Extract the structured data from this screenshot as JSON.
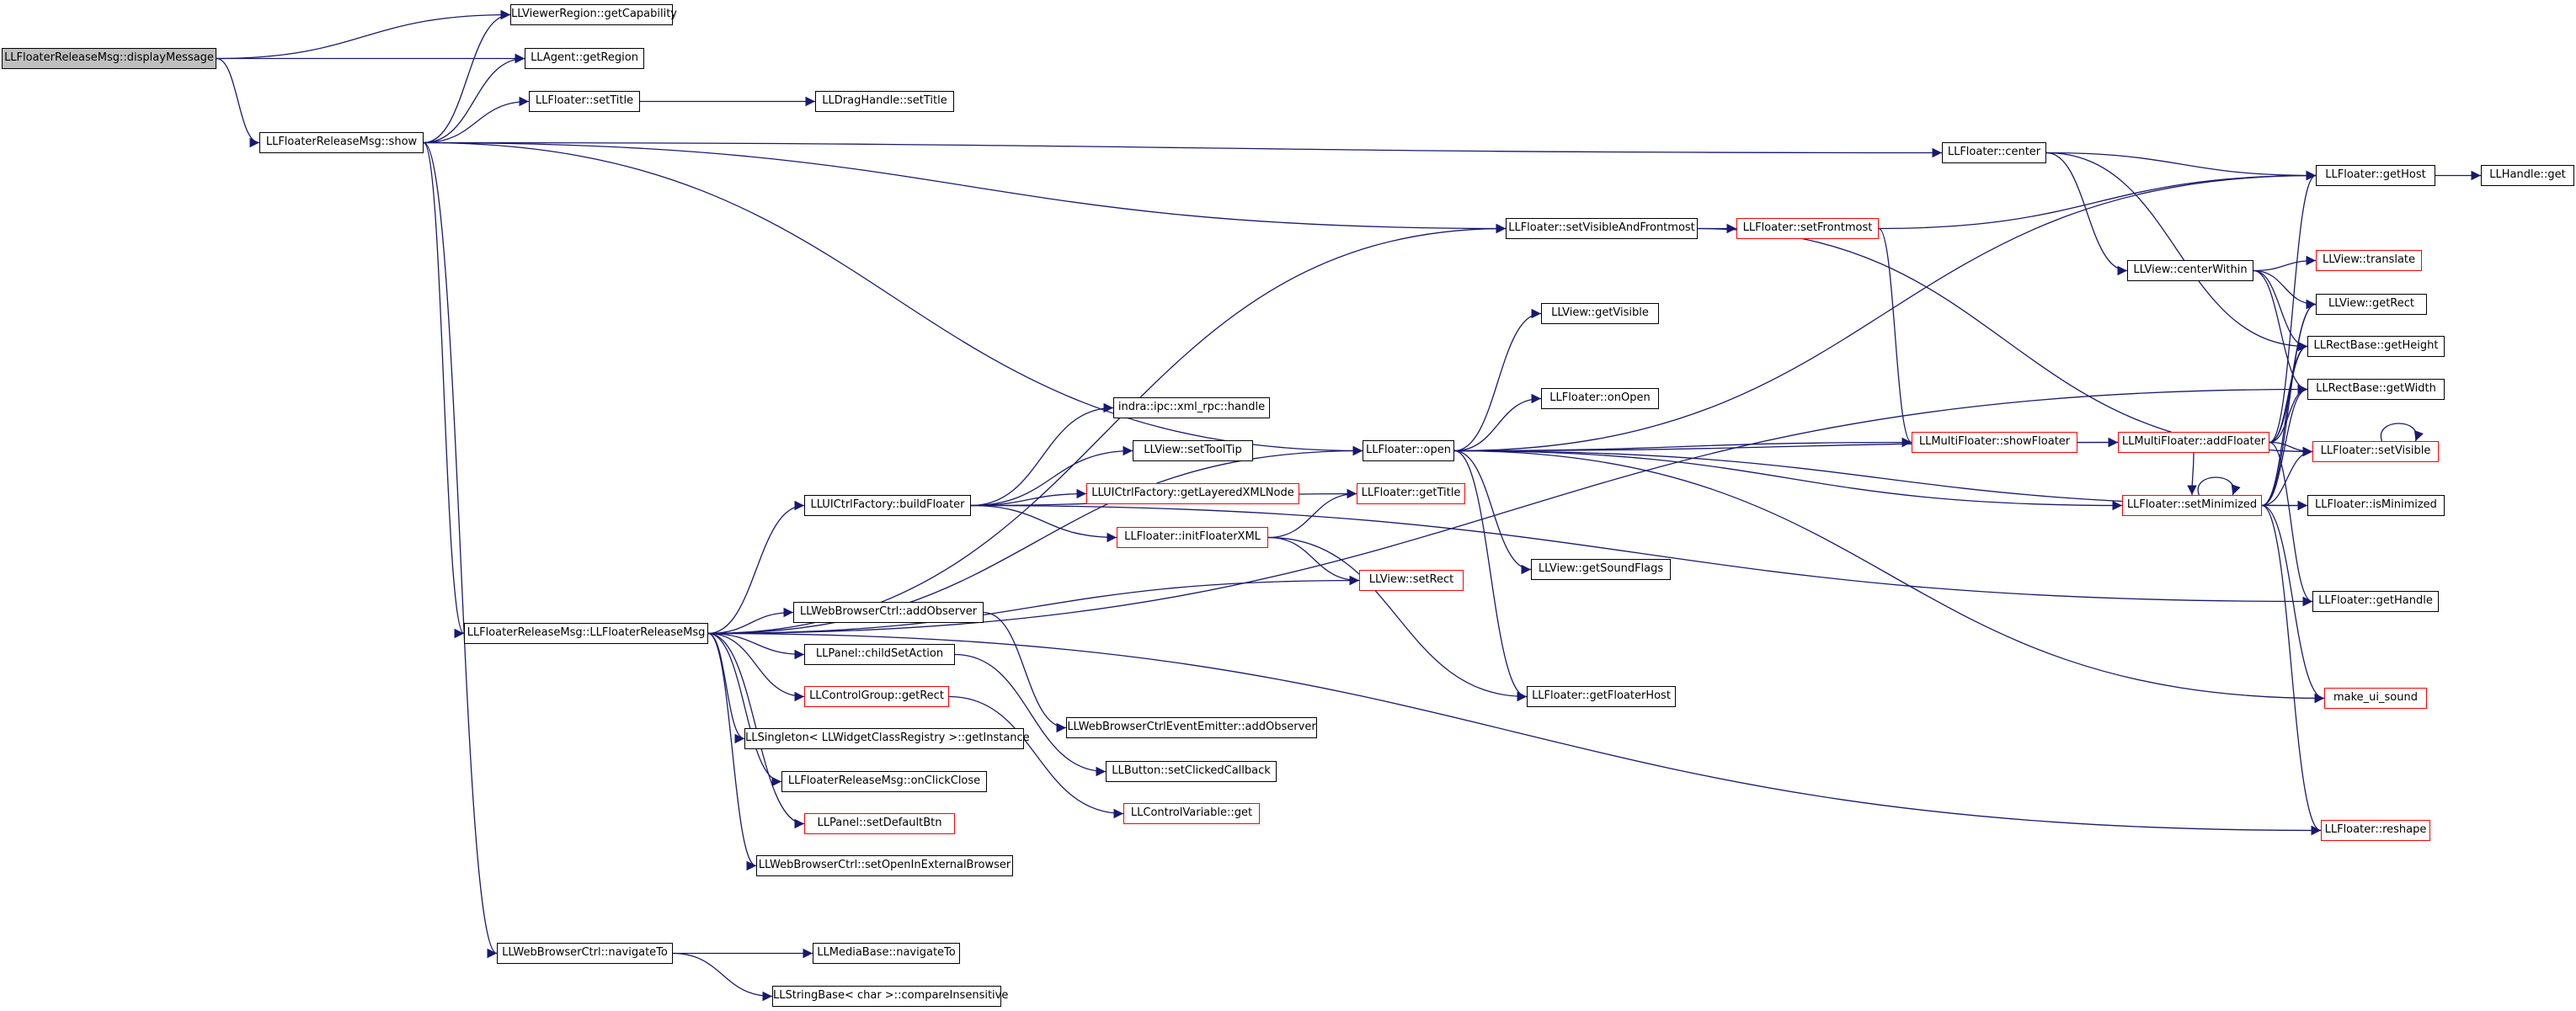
{
  "graph": {
    "type": "call-graph",
    "colors": {
      "edge": "#191970",
      "node_border": "#000000",
      "truncated_border": "#ff0000",
      "root_fill": "#bfbfbf"
    },
    "nodes": [
      {
        "id": "n0",
        "label": "LLFloaterReleaseMsg::displayMessage",
        "style": "root"
      },
      {
        "id": "n1",
        "label": "LLViewerRegion::getCapability"
      },
      {
        "id": "n2",
        "label": "LLAgent::getRegion"
      },
      {
        "id": "n3",
        "label": "LLFloaterReleaseMsg::show"
      },
      {
        "id": "n4",
        "label": "LLFloater::setTitle"
      },
      {
        "id": "n5",
        "label": "LLDragHandle::setTitle"
      },
      {
        "id": "n6",
        "label": "LLFloater::center"
      },
      {
        "id": "n7",
        "label": "LLFloater::getHost"
      },
      {
        "id": "n8",
        "label": "LLHandle::get"
      },
      {
        "id": "n9",
        "label": "LLFloater::setVisibleAndFrontmost"
      },
      {
        "id": "n10",
        "label": "LLFloater::setFrontmost",
        "style": "red"
      },
      {
        "id": "n11",
        "label": "LLView::centerWithin"
      },
      {
        "id": "n12",
        "label": "LLView::translate",
        "style": "red"
      },
      {
        "id": "n13",
        "label": "LLView::getVisible"
      },
      {
        "id": "n14",
        "label": "LLView::getRect"
      },
      {
        "id": "n15",
        "label": "LLRectBase::getHeight"
      },
      {
        "id": "n16",
        "label": "LLRectBase::getWidth"
      },
      {
        "id": "n17",
        "label": "indra::ipc::xml_rpc::handle"
      },
      {
        "id": "n18",
        "label": "LLFloater::onOpen"
      },
      {
        "id": "n19",
        "label": "LLView::setToolTip"
      },
      {
        "id": "n20",
        "label": "LLFloater::open"
      },
      {
        "id": "n21",
        "label": "LLMultiFloater::showFloater",
        "style": "red"
      },
      {
        "id": "n22",
        "label": "LLMultiFloater::addFloater",
        "style": "red"
      },
      {
        "id": "n23",
        "label": "LLFloater::setVisible",
        "style": "red"
      },
      {
        "id": "n24",
        "label": "LLUICtrlFactory::getLayeredXMLNode",
        "style": "red"
      },
      {
        "id": "n25",
        "label": "LLFloater::getTitle",
        "style": "red"
      },
      {
        "id": "n26",
        "label": "LLUICtrlFactory::buildFloater"
      },
      {
        "id": "n27",
        "label": "LLFloater::setMinimized",
        "style": "red"
      },
      {
        "id": "n28",
        "label": "LLFloater::isMinimized"
      },
      {
        "id": "n29",
        "label": "LLFloater::initFloaterXML",
        "style": "red"
      },
      {
        "id": "n30",
        "label": "LLView::getSoundFlags"
      },
      {
        "id": "n31",
        "label": "LLView::setRect",
        "style": "red"
      },
      {
        "id": "n32",
        "label": "LLFloater::getHandle"
      },
      {
        "id": "n33",
        "label": "LLWebBrowserCtrl::addObserver"
      },
      {
        "id": "n34",
        "label": "LLFloaterReleaseMsg::LLFloaterReleaseMsg"
      },
      {
        "id": "n35",
        "label": "LLPanel::childSetAction"
      },
      {
        "id": "n36",
        "label": "LLFloater::getFloaterHost"
      },
      {
        "id": "n37",
        "label": "LLControlGroup::getRect",
        "style": "red"
      },
      {
        "id": "n38",
        "label": "make_ui_sound",
        "style": "red"
      },
      {
        "id": "n39",
        "label": "LLWebBrowserCtrlEventEmitter::addObserver"
      },
      {
        "id": "n40",
        "label": "LLSingleton< LLWidgetClassRegistry >::getInstance"
      },
      {
        "id": "n41",
        "label": "LLButton::setClickedCallback"
      },
      {
        "id": "n42",
        "label": "LLFloaterReleaseMsg::onClickClose"
      },
      {
        "id": "n43",
        "label": "LLControlVariable::get",
        "style": "red"
      },
      {
        "id": "n44",
        "label": "LLPanel::setDefaultBtn",
        "style": "red"
      },
      {
        "id": "n45",
        "label": "LLFloater::reshape",
        "style": "red"
      },
      {
        "id": "n46",
        "label": "LLWebBrowserCtrl::setOpenInExternalBrowser"
      },
      {
        "id": "n47",
        "label": "LLWebBrowserCtrl::navigateTo"
      },
      {
        "id": "n48",
        "label": "LLMediaBase::navigateTo"
      },
      {
        "id": "n49",
        "label": "LLStringBase< char >::compareInsensitive"
      }
    ],
    "edges": [
      [
        "n0",
        "n1"
      ],
      [
        "n0",
        "n2"
      ],
      [
        "n0",
        "n3"
      ],
      [
        "n3",
        "n1"
      ],
      [
        "n3",
        "n2"
      ],
      [
        "n3",
        "n4"
      ],
      [
        "n3",
        "n6"
      ],
      [
        "n3",
        "n9"
      ],
      [
        "n3",
        "n20"
      ],
      [
        "n3",
        "n34"
      ],
      [
        "n3",
        "n47"
      ],
      [
        "n4",
        "n5"
      ],
      [
        "n6",
        "n7"
      ],
      [
        "n6",
        "n11"
      ],
      [
        "n6",
        "n15"
      ],
      [
        "n7",
        "n8"
      ],
      [
        "n9",
        "n10"
      ],
      [
        "n9",
        "n23"
      ],
      [
        "n10",
        "n7"
      ],
      [
        "n10",
        "n21"
      ],
      [
        "n11",
        "n12"
      ],
      [
        "n11",
        "n14"
      ],
      [
        "n11",
        "n15"
      ],
      [
        "n11",
        "n16"
      ],
      [
        "n20",
        "n7"
      ],
      [
        "n20",
        "n13"
      ],
      [
        "n20",
        "n18"
      ],
      [
        "n20",
        "n21"
      ],
      [
        "n20",
        "n22"
      ],
      [
        "n20",
        "n27"
      ],
      [
        "n20",
        "n28"
      ],
      [
        "n20",
        "n30"
      ],
      [
        "n20",
        "n36"
      ],
      [
        "n20",
        "n38"
      ],
      [
        "n21",
        "n22"
      ],
      [
        "n22",
        "n7"
      ],
      [
        "n22",
        "n14"
      ],
      [
        "n22",
        "n15"
      ],
      [
        "n22",
        "n16"
      ],
      [
        "n22",
        "n23"
      ],
      [
        "n22",
        "n27"
      ],
      [
        "n22",
        "n32"
      ],
      [
        "n23",
        "n23"
      ],
      [
        "n26",
        "n17"
      ],
      [
        "n26",
        "n19"
      ],
      [
        "n26",
        "n24"
      ],
      [
        "n26",
        "n29"
      ],
      [
        "n26",
        "n25"
      ],
      [
        "n26",
        "n32"
      ],
      [
        "n27",
        "n14"
      ],
      [
        "n27",
        "n15"
      ],
      [
        "n27",
        "n16"
      ],
      [
        "n27",
        "n23"
      ],
      [
        "n27",
        "n28"
      ],
      [
        "n27",
        "n27"
      ],
      [
        "n27",
        "n38"
      ],
      [
        "n27",
        "n45"
      ],
      [
        "n29",
        "n25"
      ],
      [
        "n29",
        "n31"
      ],
      [
        "n29",
        "n36"
      ],
      [
        "n33",
        "n39"
      ],
      [
        "n34",
        "n26"
      ],
      [
        "n34",
        "n33"
      ],
      [
        "n34",
        "n35"
      ],
      [
        "n34",
        "n37"
      ],
      [
        "n34",
        "n40"
      ],
      [
        "n34",
        "n42"
      ],
      [
        "n34",
        "n44"
      ],
      [
        "n34",
        "n46"
      ],
      [
        "n34",
        "n31"
      ],
      [
        "n34",
        "n20"
      ],
      [
        "n34",
        "n9"
      ],
      [
        "n34",
        "n16"
      ],
      [
        "n34",
        "n45"
      ],
      [
        "n35",
        "n41"
      ],
      [
        "n37",
        "n43"
      ],
      [
        "n47",
        "n48"
      ],
      [
        "n47",
        "n49"
      ]
    ]
  }
}
